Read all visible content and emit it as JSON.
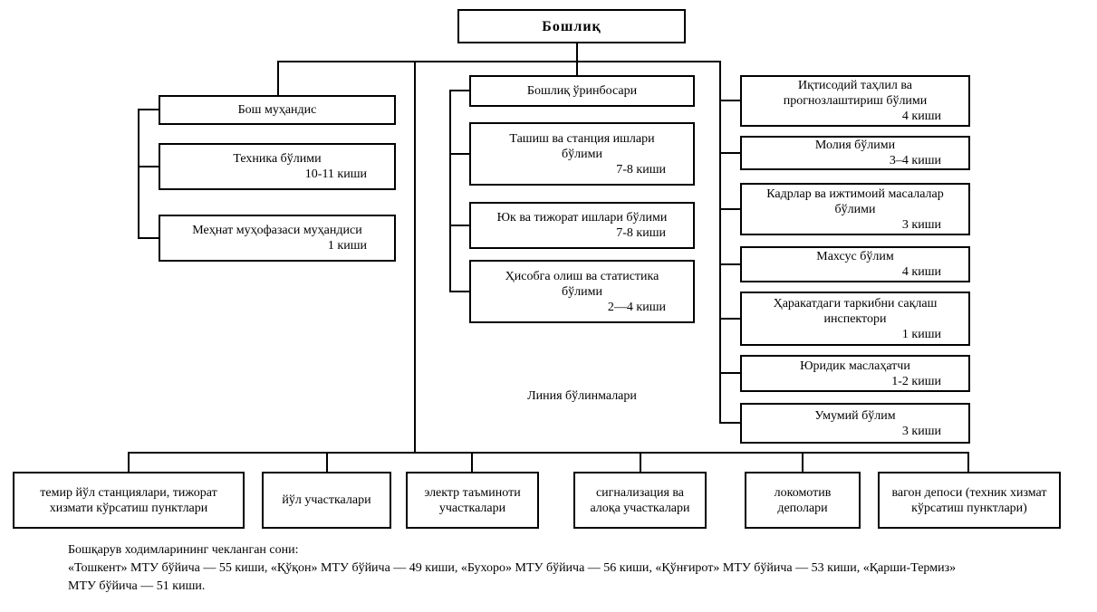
{
  "colors": {
    "line": "#000000",
    "box_border": "#000000",
    "background": "#ffffff",
    "text": "#000000"
  },
  "root": {
    "label": "Бошлиқ"
  },
  "left_branch": {
    "boxes": [
      {
        "label": "Бош муҳандис",
        "count": ""
      },
      {
        "label": "Техника бўлими",
        "count": "10-11 киши"
      },
      {
        "label": "Меҳнат муҳофазаси муҳандиси",
        "count": "1 киши"
      }
    ]
  },
  "middle_branch": {
    "area_label": "Линия бўлинмалари",
    "boxes": [
      {
        "label": "Бошлиқ ўринбосари",
        "count": ""
      },
      {
        "label": "Ташиш ва станция ишлари\nбўлими",
        "count": "7-8 киши"
      },
      {
        "label": "Юк ва тижорат ишлари бўлими",
        "count": "7-8 киши"
      },
      {
        "label": "Ҳисобга олиш ва статистика\nбўлими",
        "count": "2—4 киши"
      }
    ]
  },
  "right_branch": {
    "boxes": [
      {
        "label": "Иқтисодий таҳлил ва\nпрогнозлаштириш бўлими",
        "count": "4 киши"
      },
      {
        "label": "Молия бўлими",
        "count": "3–4 киши"
      },
      {
        "label": "Кадрлар ва ижтимоий масалалар\nбўлими",
        "count": "3 киши"
      },
      {
        "label": "Махсус бўлим",
        "count": "4 киши"
      },
      {
        "label": "Ҳаракатдаги таркибни сақлаш\nинспектори",
        "count": "1 киши"
      },
      {
        "label": "Юридик маслаҳатчи",
        "count": "1-2 киши"
      },
      {
        "label": "Умумий бўлим",
        "count": "3 киши"
      }
    ]
  },
  "line_units": {
    "boxes": [
      {
        "label": "темир йўл станциялари, тижорат\nхизмати кўрсатиш пунктлари"
      },
      {
        "label": "йўл участкалари"
      },
      {
        "label": "электр таъминоти\nучасткалари"
      },
      {
        "label": "сигнализация ва\nалоқа участкалари"
      },
      {
        "label": "локомотив\nдеполари"
      },
      {
        "label": "вагон депоси (техник хизмат\nкўрсатиш пунктлари)"
      }
    ]
  },
  "note": {
    "line1": "Бошқарув ходимларининг чекланган сони:",
    "line2": "«Тошкент» МТУ бўйича — 55 киши, «Қўқон» МТУ бўйича — 49 киши, «Бухоро» МТУ бўйича — 56 киши, «Қўнғирот» МТУ бўйича — 53 киши, «Қарши-Термиз»",
    "line3": "МТУ бўйича — 51 киши."
  }
}
